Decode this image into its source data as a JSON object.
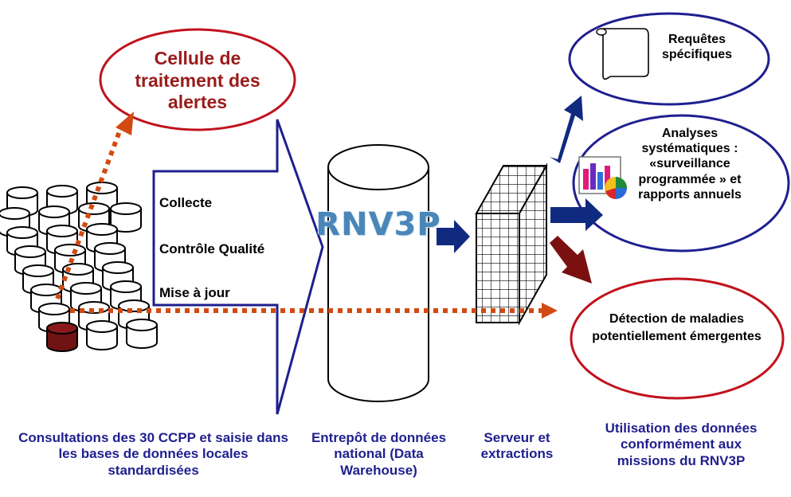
{
  "cell": {
    "text": "Cellule de traitement des alertes"
  },
  "steps": [
    "Collecte",
    "Contrôle Qualité",
    "Mise à jour"
  ],
  "warehouse": {
    "logo": "RNV3P"
  },
  "outputs": {
    "requetes": "Requêtes spécifiques",
    "analyses": "Analyses systématiques : «surveillance programmée » et rapports annuels",
    "detection": "Détection de maladies potentiellement émergentes"
  },
  "captions": {
    "consultations": "Consultations des 30 CCPP et saisie dans les bases de données locales standardisées",
    "entrepot": "Entrepôt de données national (Data Warehouse)",
    "serveur": "Serveur et extractions",
    "utilisation": "Utilisation des données conformément aux missions du RNV3P"
  },
  "colors": {
    "blue": "#1f1f8f",
    "dark_red": "#9b1b1b",
    "dotted_orange": "#d24a12",
    "arrow_blue": "#102a80",
    "arrow_red": "#7a1010"
  }
}
